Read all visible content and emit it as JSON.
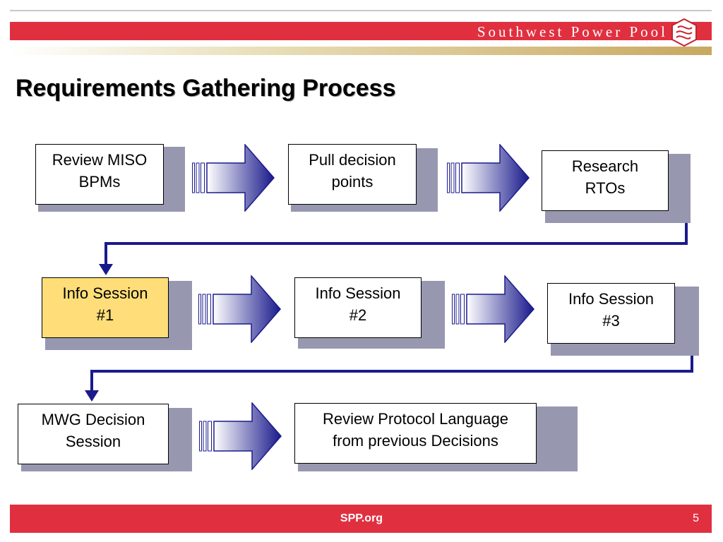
{
  "header": {
    "brand": "Southwest Power Pool",
    "logo": "spp-logo-icon"
  },
  "slide": {
    "title": "Requirements Gathering Process",
    "steps": [
      {
        "line1": "Review MISO",
        "line2": "BPMs"
      },
      {
        "line1": "Pull decision",
        "line2": "points"
      },
      {
        "line1": "Research",
        "line2": "RTOs"
      },
      {
        "line1": "Info Session",
        "line2": "#1"
      },
      {
        "line1": "Info Session",
        "line2": "#2"
      },
      {
        "line1": "Info Session",
        "line2": "#3"
      },
      {
        "line1": "MWG Decision",
        "line2": "Session"
      },
      {
        "line1": "Review Protocol Language",
        "line2": "from previous Decisions"
      }
    ]
  },
  "footer": {
    "site": "SPP.org",
    "page": "5"
  },
  "colors": {
    "accent_red": "#e03040",
    "highlight": "#ffde79",
    "arrow_navy": "#1a1a8c",
    "shadow": "#9797b0"
  }
}
